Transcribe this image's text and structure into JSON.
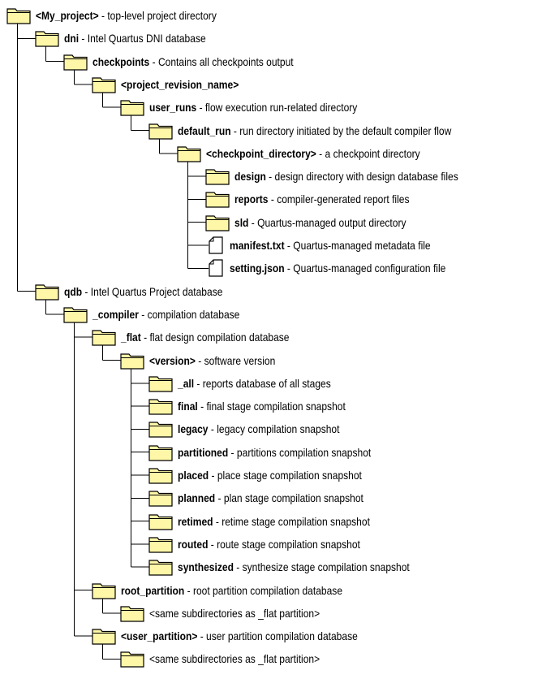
{
  "colors": {
    "folder_fill": "#FFF7A8",
    "stroke": "#000000",
    "text": "#000000"
  },
  "tree": [
    {
      "name": "<My_project>",
      "desc": "top-level project directory",
      "icon": "folder-icon",
      "depth": 0,
      "parent": null
    },
    {
      "name": "dni",
      "desc": "Intel Quartus DNI database",
      "icon": "folder-icon",
      "depth": 1,
      "parent": 0
    },
    {
      "name": "checkpoints",
      "desc": "Contains all checkpoints output",
      "icon": "folder-icon",
      "depth": 2,
      "parent": 1
    },
    {
      "name": "<project_revision_name>",
      "desc": "",
      "icon": "folder-icon",
      "depth": 3,
      "parent": 2
    },
    {
      "name": "user_runs",
      "desc": "flow execution run-related directory",
      "icon": "folder-icon",
      "depth": 4,
      "parent": 3
    },
    {
      "name": "default_run",
      "desc": "run directory initiated by the default compiler flow",
      "icon": "folder-icon",
      "depth": 5,
      "parent": 4
    },
    {
      "name": "<checkpoint_directory>",
      "desc": "a checkpoint directory",
      "icon": "folder-icon",
      "depth": 6,
      "parent": 5
    },
    {
      "name": "design",
      "desc": "design directory with design database files",
      "icon": "folder-icon",
      "depth": 7,
      "parent": 6
    },
    {
      "name": "reports",
      "desc": "compiler-generated report files",
      "icon": "folder-icon",
      "depth": 7,
      "parent": 6
    },
    {
      "name": "sld",
      "desc": "Quartus-managed output directory",
      "icon": "folder-icon",
      "depth": 7,
      "parent": 6
    },
    {
      "name": "manifest.txt",
      "desc": "Quartus-managed metadata file",
      "icon": "file-icon",
      "depth": 7,
      "parent": 6
    },
    {
      "name": "setting.json",
      "desc": "Quartus-managed configuration file",
      "icon": "file-icon",
      "depth": 7,
      "parent": 6
    },
    {
      "name": "qdb",
      "desc": "Intel Quartus Project database",
      "icon": "folder-icon",
      "depth": 1,
      "parent": 0
    },
    {
      "name": "_compiler",
      "desc": "compilation database",
      "icon": "folder-icon",
      "depth": 2,
      "parent": 12
    },
    {
      "name": "_flat",
      "desc": "flat design compilation database",
      "icon": "folder-icon",
      "depth": 3,
      "parent": 13
    },
    {
      "name": "<version>",
      "desc": "software version",
      "icon": "folder-icon",
      "depth": 4,
      "parent": 14
    },
    {
      "name": "_all",
      "desc": " reports database of all stages",
      "icon": "folder-icon",
      "depth": 5,
      "parent": 15
    },
    {
      "name": "final",
      "desc": "final stage compilation snapshot",
      "icon": "folder-icon",
      "depth": 5,
      "parent": 15
    },
    {
      "name": "legacy",
      "desc": " legacy compilation snapshot",
      "icon": "folder-icon",
      "depth": 5,
      "parent": 15
    },
    {
      "name": "partitioned",
      "desc": "partitions compilation snapshot",
      "icon": "folder-icon",
      "depth": 5,
      "parent": 15
    },
    {
      "name": "placed",
      "desc": "place stage compilation snapshot",
      "icon": "folder-icon",
      "depth": 5,
      "parent": 15
    },
    {
      "name": "planned",
      "desc": "plan stage compilation snapshot",
      "icon": "folder-icon",
      "depth": 5,
      "parent": 15
    },
    {
      "name": "retimed",
      "desc": "retime stage compilation snapshot",
      "icon": "folder-icon",
      "depth": 5,
      "parent": 15
    },
    {
      "name": "routed",
      "desc": "route stage compilation snapshot",
      "icon": "folder-icon",
      "depth": 5,
      "parent": 15
    },
    {
      "name": "synthesized",
      "desc": "synthesize stage compilation snapshot",
      "icon": "folder-icon",
      "depth": 5,
      "parent": 15
    },
    {
      "name": "root_partition",
      "desc": "root partition compilation database",
      "icon": "folder-icon",
      "depth": 3,
      "parent": 13
    },
    {
      "name": "",
      "desc": "<same subdirectories as _flat partition>",
      "icon": "folder-icon",
      "depth": 4,
      "parent": 25
    },
    {
      "name": "<user_partition>",
      "desc": "user partition compilation database",
      "icon": "folder-icon",
      "depth": 3,
      "parent": 13
    },
    {
      "name": "",
      "desc": "<same subdirectories as _flat partition>",
      "icon": "folder-icon",
      "depth": 4,
      "parent": 27
    }
  ]
}
